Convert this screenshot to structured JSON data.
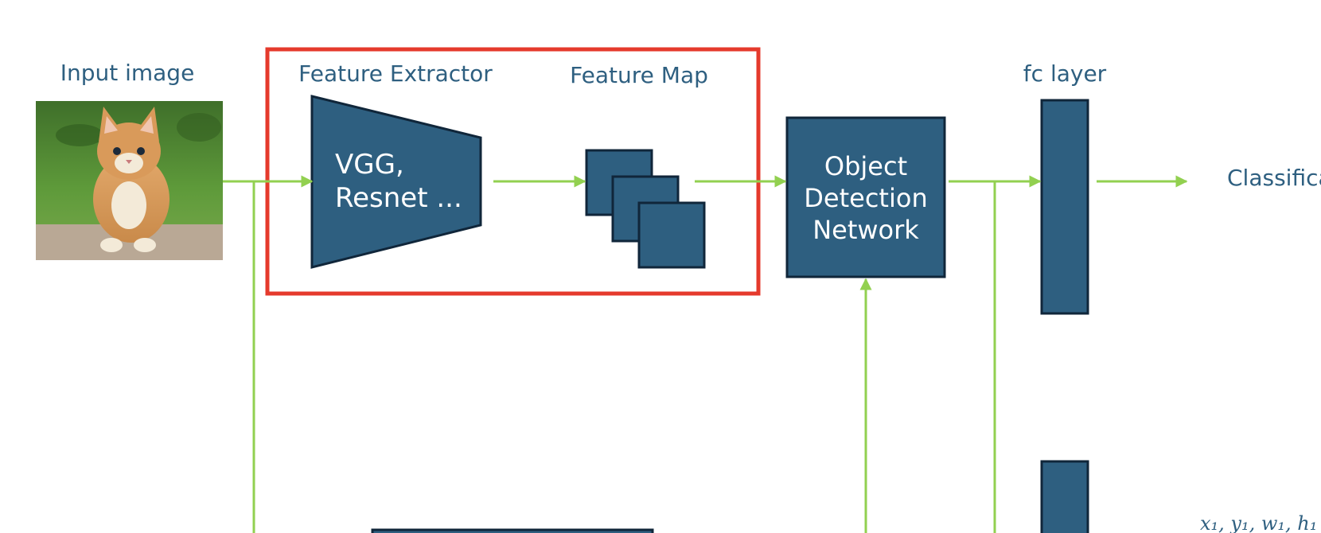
{
  "labels": {
    "input_image": "Input image",
    "feature_extractor": "Feature Extractor",
    "feature_map": "Feature Map",
    "fc_layer": "fc layer",
    "classification": "Classification",
    "bbox_coords": "x₁, y₁, w₁, h₁"
  },
  "boxes": {
    "extractor_line1": "VGG,",
    "extractor_line2": "Resnet ...",
    "odn_line1": "Object",
    "odn_line2": "Detection",
    "odn_line3": "Network"
  },
  "icons": {
    "input": "kitten-photo",
    "arrow": "arrow-right"
  },
  "colors": {
    "box_fill": "#2e5f80",
    "box_stroke": "#10263a",
    "arrow": "#92d050",
    "highlight": "#e53a2c",
    "label": "#2e5f80"
  }
}
